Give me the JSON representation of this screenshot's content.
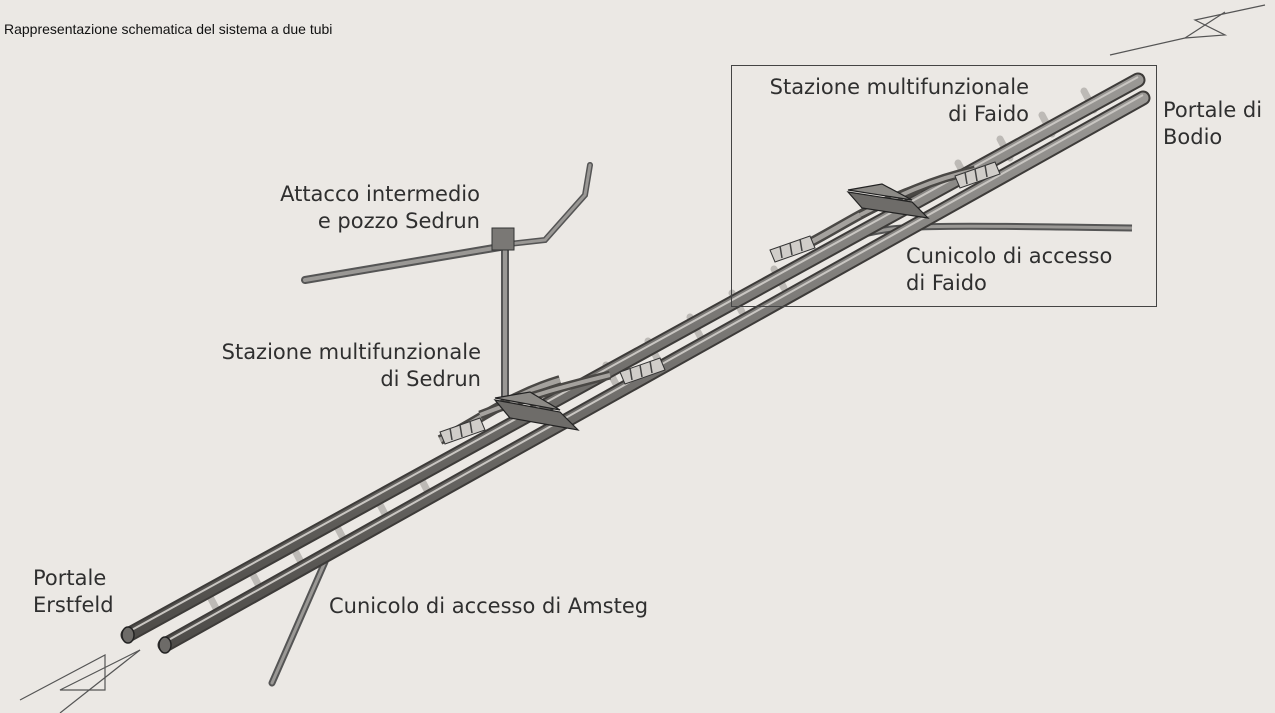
{
  "caption": "Rappresentazione schematica del sistema a due tubi",
  "labels": {
    "portal_north": [
      "Portale",
      "Erstfeld"
    ],
    "portal_south": [
      "Portale di",
      "Bodio"
    ],
    "shaft_sedrun": [
      "Attacco intermedio",
      "e pozzo Sedrun"
    ],
    "station_sedrun": [
      "Stazione multifunzionale",
      "di Sedrun"
    ],
    "station_faido": [
      "Stazione multifunzionale",
      "di Faido"
    ],
    "access_faido": [
      "Cunicolo di accesso",
      "di Faido"
    ],
    "access_amsteg": "Cunicolo di accesso di Amsteg"
  }
}
